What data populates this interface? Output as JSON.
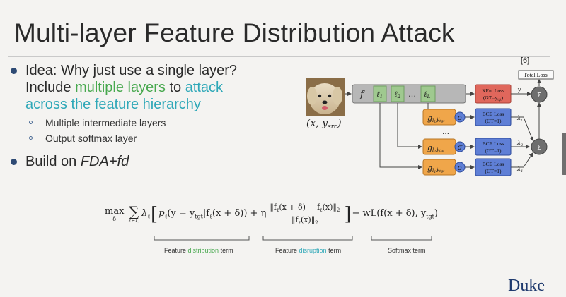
{
  "slide": {
    "title": "Multi-layer Feature Distribution Attack",
    "reference": "[6]",
    "logo": "Duke"
  },
  "bullets": {
    "idea_line1": "Idea: Why just use a single layer?",
    "idea_line2_pre": "Include ",
    "idea_line2_green": "multiple layers",
    "idea_line2_mid": " to ",
    "idea_line2_teal": "attack",
    "idea_line3_teal": "across the feature hierarchy",
    "sub1": "Multiple intermediate layers",
    "sub2": "Output softmax layer",
    "build_pre": "Build on ",
    "build_em": "FDA+fd"
  },
  "diagram": {
    "input_label": "(x, y",
    "input_sub": "src",
    "input_close": ")",
    "net_f": "f",
    "layers": [
      "ℓ",
      "ℓ",
      "…",
      "ℓ"
    ],
    "layer_subs": [
      "1",
      "2",
      "",
      "L"
    ],
    "heads": [
      {
        "g": "g",
        "sub": "l",
        "subsub": "L",
        "y": "y",
        "ysub": "tgt"
      },
      {
        "g": "g",
        "sub": "l",
        "subsub": "2",
        "y": "y",
        "ysub": "tgt"
      },
      {
        "g": "g",
        "sub": "l",
        "subsub": "1",
        "y": "y",
        "ysub": "tgt"
      }
    ],
    "sigma": "σ",
    "xent_loss": "XEnt Loss",
    "xent_gt": "(GT=y",
    "xent_gt_sub": "tgt",
    "xent_gt_close": ")",
    "bce_loss": "BCE Loss",
    "bce_gt": "(GT=1)",
    "gamma": "γ",
    "lambdas": [
      "λ",
      "λ",
      "λ"
    ],
    "lambda_subs": [
      "L",
      "2",
      "1"
    ],
    "sum_symbol": "Σ",
    "total_loss": "Total Loss",
    "dots": "…"
  },
  "formula": {
    "max": "max",
    "max_sub": "δ",
    "sum_sub": "ℓ∈ℒ",
    "part1": "λ",
    "part1_sub": "ℓ",
    "part2": "p",
    "part2_rest": "(y = y",
    "part2_tgt": "tgt",
    "part2_end": "|f",
    "part2_end2": "(x + δ)) + η",
    "frac_num": "‖f",
    "frac_num2": "(x + δ) − f",
    "frac_num3": "(x)‖",
    "frac_den": "‖f",
    "frac_den2": "(x)‖",
    "tail": "− wL(f(x + δ), y",
    "tail_tgt": "tgt",
    "tail_end": ")",
    "ell": "ℓ",
    "two": "2"
  },
  "terms": {
    "t1_pre": "Feature ",
    "t1_hl": "distribution",
    "t1_post": " term",
    "t2_pre": "Feature ",
    "t2_hl": "disruption",
    "t2_post": " term",
    "t3": "Softmax term"
  },
  "colors": {
    "title": "#2a2a2a",
    "bullet": "#2e4a74",
    "green": "#47a84e",
    "teal": "#2fa8b8",
    "net_gray": "#b7b7b7",
    "layer_green": "#9fc98f",
    "head_orange": "#f0a64a",
    "loss_red": "#e0675c",
    "loss_blue": "#5f7fd6",
    "sum_gray": "#6e6e6e",
    "duke_blue": "#1f3a6e"
  },
  "icons": {
    "dog_photo": "dog-photo",
    "sigma": "sigmoid-icon",
    "summation": "summation-icon"
  }
}
